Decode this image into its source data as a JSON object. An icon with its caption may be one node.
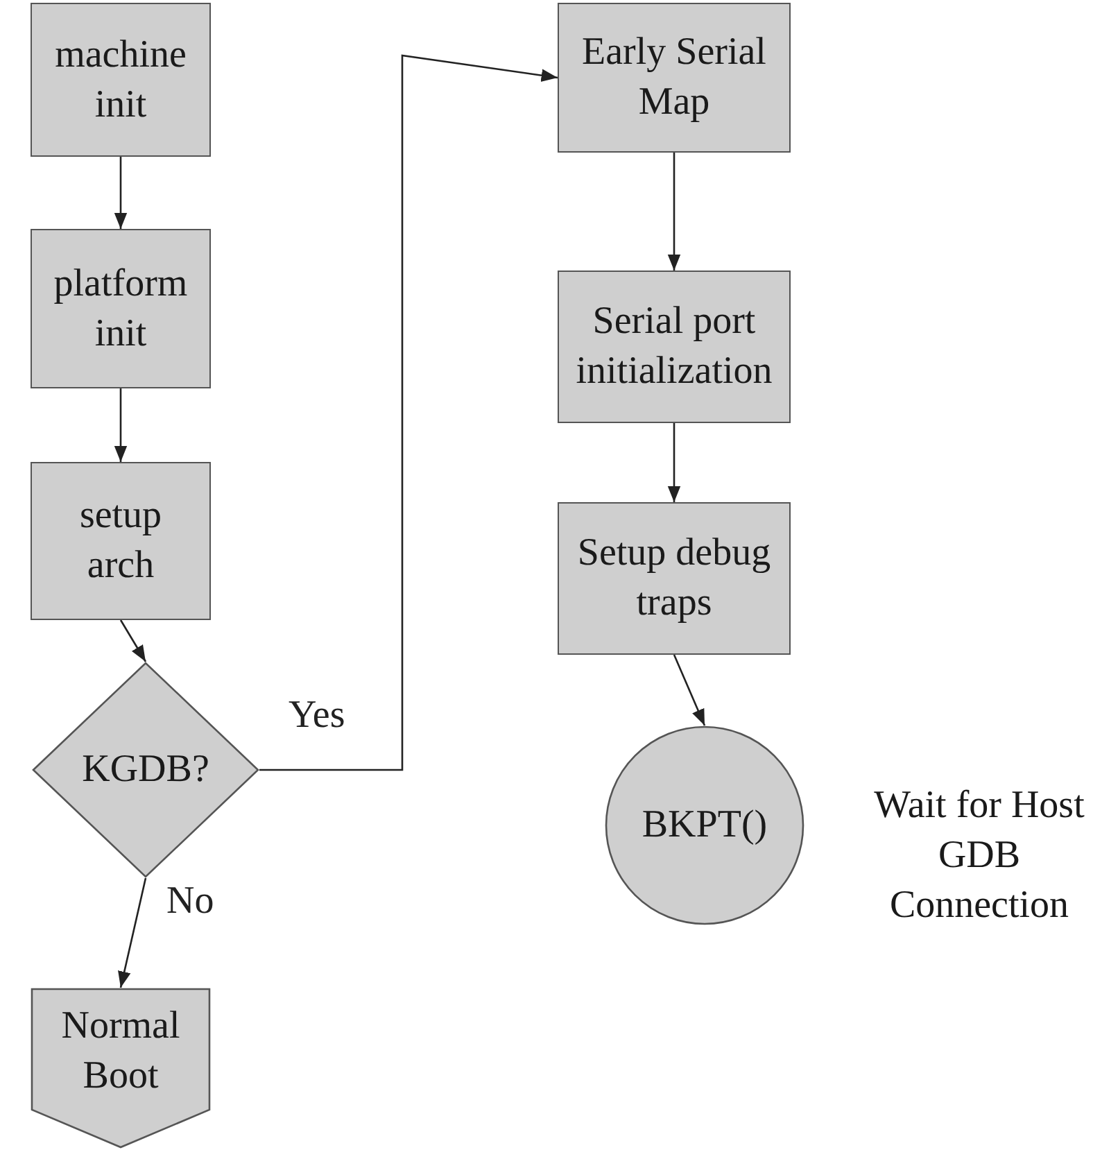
{
  "diagram": {
    "nodes": [
      {
        "text": [
          "machine init"
        ]
      },
      {
        "text": [
          "platform init"
        ]
      },
      {
        "text": [
          "setup arch"
        ]
      },
      {
        "text": [
          "KGDB?"
        ]
      },
      {
        "text": [
          "Normal Boot"
        ]
      },
      {
        "text": [
          "Early Serial Map"
        ]
      },
      {
        "text": [
          "Serial port initialization"
        ]
      },
      {
        "text": [
          "Setup debug traps"
        ]
      },
      {
        "text": [
          "BKPT()"
        ],
        "beside": [
          "Wait for Host GDB Connection"
        ]
      }
    ],
    "edges": [
      {
        "from": 0,
        "to": 1,
        "arrow": "to"
      },
      {
        "from": 1,
        "to": 2,
        "arrow": "to"
      },
      {
        "from": 2,
        "to": 3,
        "arrow": "to"
      },
      {
        "from": 3,
        "to": 5,
        "arrow": "to",
        "label": "Yes"
      },
      {
        "from": 3,
        "to": 4,
        "arrow": "to",
        "label": "No"
      },
      {
        "from": 5,
        "to": 6,
        "arrow": "to"
      },
      {
        "from": 6,
        "to": 7,
        "arrow": "to"
      },
      {
        "from": 7,
        "to": 8,
        "arrow": "to"
      }
    ]
  }
}
